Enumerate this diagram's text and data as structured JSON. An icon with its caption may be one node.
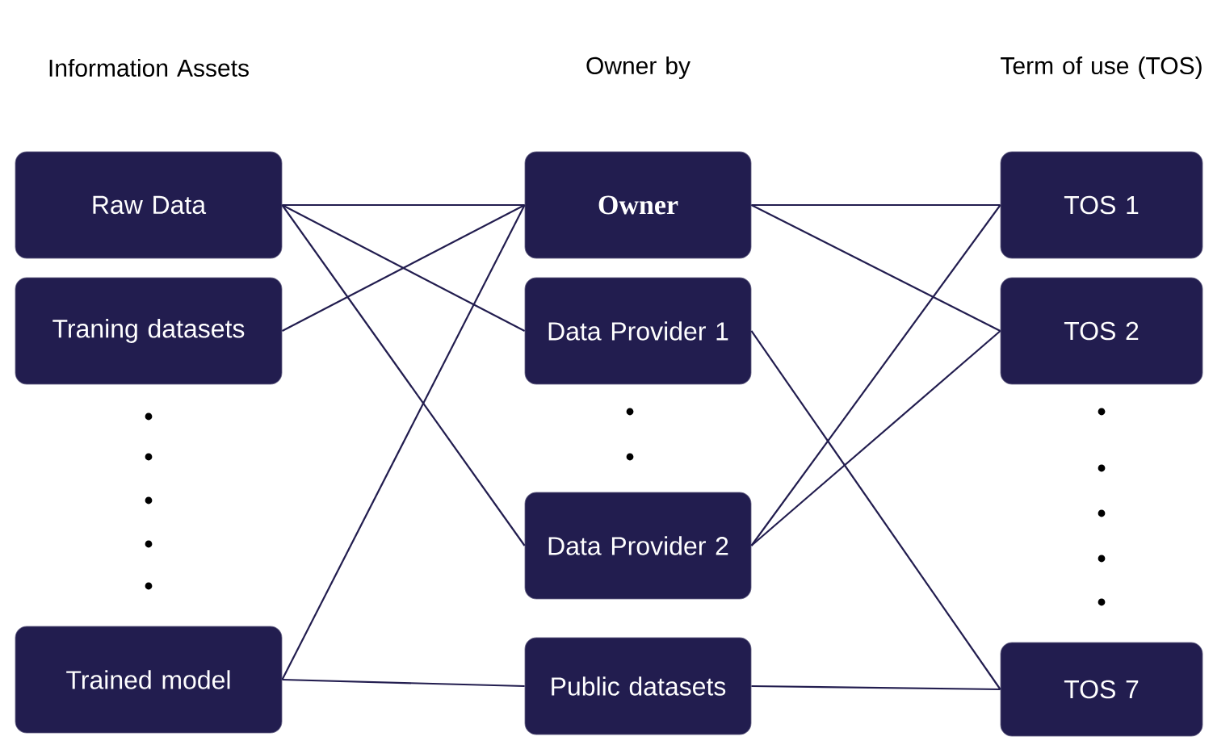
{
  "diagram": {
    "nodes": [
      {
        "text": [
          "Raw Data"
        ]
      },
      {
        "text": [
          "Traning datasets"
        ]
      },
      {
        "text": [
          "Trained model"
        ]
      },
      {
        "text": [
          "Owner"
        ]
      },
      {
        "text": [
          "Data Provider 1"
        ]
      },
      {
        "text": [
          "Data Provider 2"
        ]
      },
      {
        "text": [
          "Public datasets"
        ]
      },
      {
        "text": [
          "TOS 1"
        ]
      },
      {
        "text": [
          "TOS 2"
        ]
      },
      {
        "text": [
          "TOS 7"
        ]
      }
    ],
    "edges": [
      {
        "from": 0,
        "to": 3,
        "arrow": "none"
      },
      {
        "from": 0,
        "to": 4,
        "arrow": "none"
      },
      {
        "from": 0,
        "to": 5,
        "arrow": "none"
      },
      {
        "from": 1,
        "to": 3,
        "arrow": "none"
      },
      {
        "from": 2,
        "to": 3,
        "arrow": "none"
      },
      {
        "from": 2,
        "to": 6,
        "arrow": "none"
      },
      {
        "from": 3,
        "to": 7,
        "arrow": "none"
      },
      {
        "from": 3,
        "to": 8,
        "arrow": "none"
      },
      {
        "from": 4,
        "to": 9,
        "arrow": "none"
      },
      {
        "from": 5,
        "to": 7,
        "arrow": "none"
      },
      {
        "from": 5,
        "to": 8,
        "arrow": "none"
      },
      {
        "from": 6,
        "to": 9,
        "arrow": "none"
      }
    ],
    "labels": [
      "Information Assets",
      "Owner by",
      "Term of use (TOS)"
    ]
  }
}
